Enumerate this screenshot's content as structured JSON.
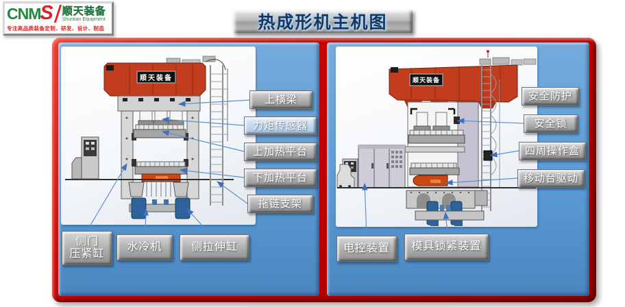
{
  "logo": {
    "brand_prefix": "CNM",
    "brand_s": "S",
    "name_cn": "顺天装备",
    "name_en": "Shuntian Equipment",
    "tagline": "专注高品质装备定制、研发、设计、制造"
  },
  "title": "热成形机主机图",
  "machine_plate_text": "顺天装备",
  "left_panel": {
    "side_labels": [
      {
        "text": "上横梁",
        "highlight": false
      },
      {
        "text": "力矩传感器",
        "highlight": true
      },
      {
        "text": "上加热平台",
        "highlight": false
      },
      {
        "text": "下加热平台",
        "highlight": false
      },
      {
        "text": "拖链支架",
        "highlight": false
      }
    ],
    "bottom_labels": [
      {
        "line1": "侧门",
        "line2": "压紧缸"
      },
      {
        "text": "水冷机"
      },
      {
        "text": "侧拉伸缸"
      }
    ]
  },
  "right_panel": {
    "side_labels": [
      {
        "text": "安全防护"
      },
      {
        "text": "安全锁"
      },
      {
        "text": "四周操作盒"
      },
      {
        "text": "移动台驱动"
      }
    ],
    "bottom_labels": [
      {
        "text": "电控装置"
      },
      {
        "text": "模具锁紧装置"
      }
    ]
  },
  "colors": {
    "frame_red": "#c00000",
    "panel_blue": "#5b9bd5",
    "callout_line": "#5f8fd0",
    "machine_red": "#c23d1d",
    "die_orange": "#cc4a12",
    "cylinder_blue": "#2e6298",
    "highlight_button": "#c9ddf2"
  }
}
